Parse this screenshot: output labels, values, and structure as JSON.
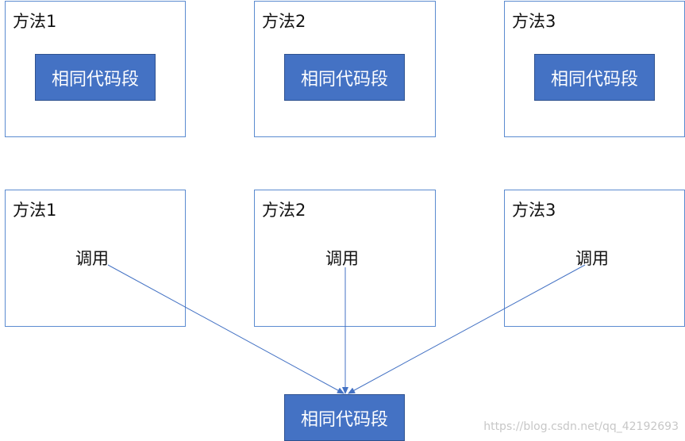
{
  "top_row": {
    "methods": [
      {
        "title": "方法1",
        "block_label": "相同代码段"
      },
      {
        "title": "方法2",
        "block_label": "相同代码段"
      },
      {
        "title": "方法3",
        "block_label": "相同代码段"
      }
    ]
  },
  "bottom_row": {
    "methods": [
      {
        "title": "方法1",
        "call_label": "调用"
      },
      {
        "title": "方法2",
        "call_label": "调用"
      },
      {
        "title": "方法3",
        "call_label": "调用"
      }
    ]
  },
  "shared_block": {
    "label": "相同代码段"
  },
  "watermark": "https://blog.csdn.net/qq_42192693",
  "colors": {
    "box_border": "#5b8bd0",
    "block_fill": "#4472c4",
    "block_border": "#2f528f",
    "arrow": "#4472c4"
  }
}
